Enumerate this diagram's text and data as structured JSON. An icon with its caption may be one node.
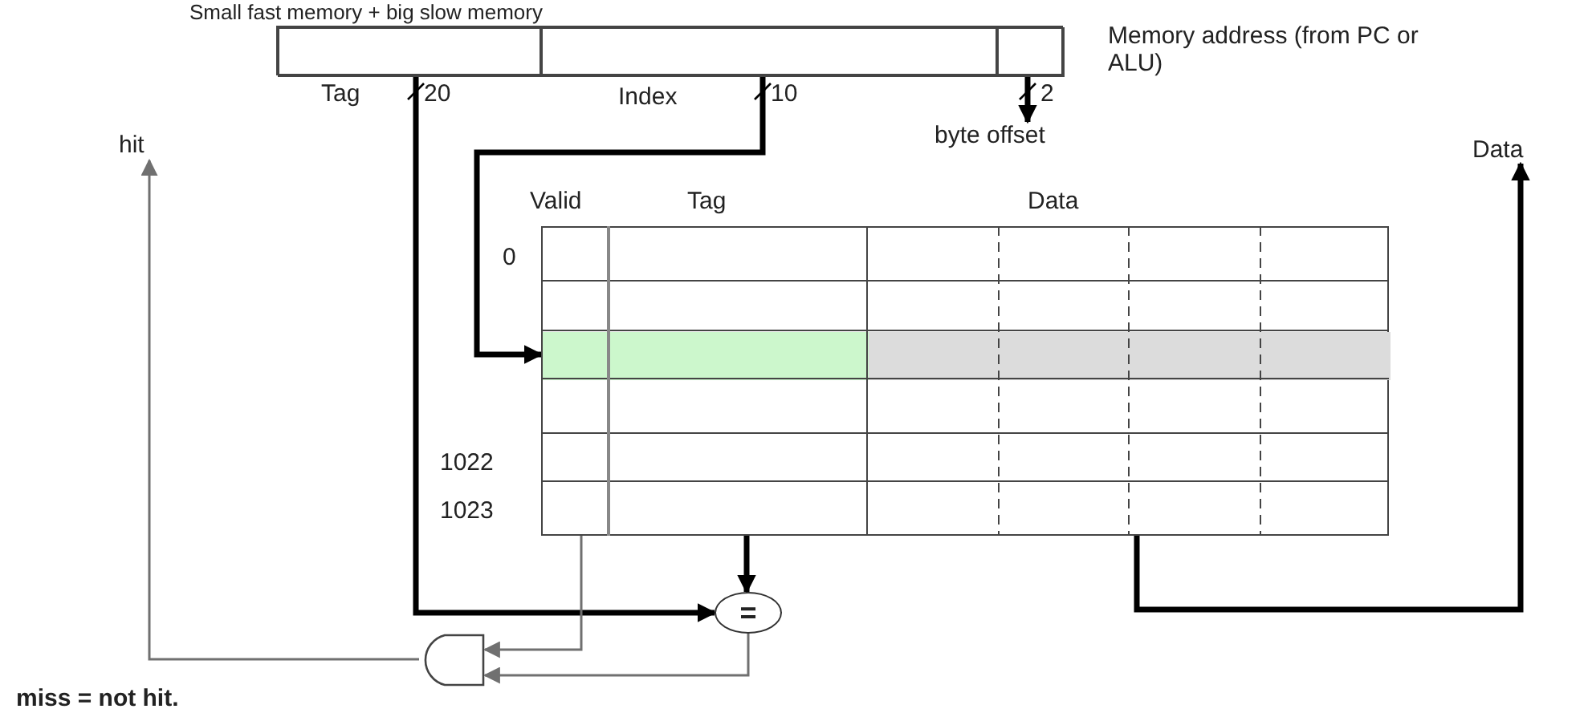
{
  "diagram": {
    "nodes": [
      {
        "text": [],
        "shape": "box",
        "beside": [
          "Memory address (from PC or ALU)"
        ]
      },
      {
        "text": [],
        "shape": "box",
        "in": 0,
        "beside": [
          "Tag"
        ]
      },
      {
        "text": [],
        "shape": "box",
        "in": 0,
        "beside": [
          "Index"
        ]
      },
      {
        "text": [],
        "shape": "box",
        "in": 0
      },
      {
        "text": [
          "byte offset"
        ]
      },
      {
        "text": [],
        "shape": "box"
      },
      {
        "text": [],
        "shape": "box",
        "in": 5
      },
      {
        "text": [],
        "shape": "box",
        "in": 5
      },
      {
        "text": [],
        "shape": "box",
        "in": 5
      },
      {
        "text": [
          "="
        ]
      },
      {
        "text": [],
        "shape": "gate"
      },
      {
        "text": [
          "hit"
        ]
      },
      {
        "text": [
          "Data"
        ]
      }
    ],
    "edges": [
      {
        "from": 1,
        "to": 9,
        "arrow": "to",
        "label": "20"
      },
      {
        "from": 2,
        "to": 6,
        "arrow": "to",
        "label": "10"
      },
      {
        "from": 3,
        "to": 4,
        "arrow": "to",
        "label": "2"
      },
      {
        "from": 7,
        "to": 9,
        "arrow": "to"
      },
      {
        "from": 6,
        "to": 10,
        "arrow": "to",
        "color": "#707070"
      },
      {
        "from": 9,
        "to": 10,
        "arrow": "to",
        "color": "#707070"
      },
      {
        "from": 10,
        "to": 11,
        "arrow": "to",
        "color": "#707070"
      },
      {
        "from": 8,
        "to": 12,
        "arrow": "to"
      }
    ],
    "labels": [
      "Small fast memory + big slow memory",
      "Valid",
      "Tag",
      "Data",
      "0",
      "1022",
      "1023",
      "miss = not hit."
    ]
  }
}
